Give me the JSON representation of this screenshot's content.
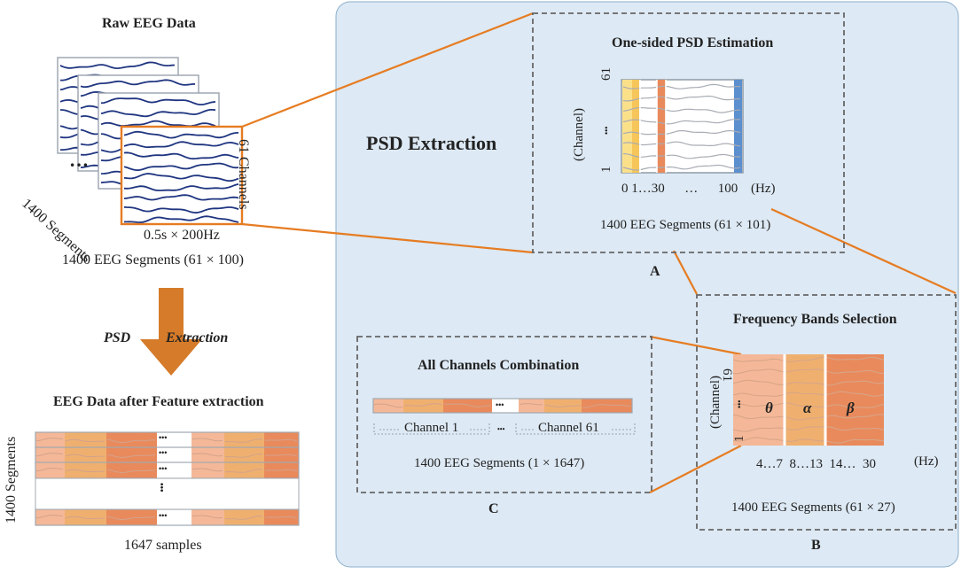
{
  "left": {
    "raw_title": "Raw EEG Data",
    "segments_label": "1400 Segments",
    "channels_label": "61 Channels",
    "duration_label": "0.5s × 200Hz",
    "raw_segments": "1400 EEG Segments (61 × 100)",
    "arrow_left": "PSD",
    "arrow_right": "Extraction",
    "after_title": "EEG Data after Feature extraction",
    "after_side": "1400 Segments",
    "after_bottom": "1647 samples",
    "ellipsis": "…",
    "dots": "•••"
  },
  "panel": {
    "title": "PSD Extraction"
  },
  "psd_box": {
    "title": "One-sided PSD Estimation",
    "axis": "(Channel)",
    "y_top": "61",
    "y_bottom": "1",
    "x_labels": "0 1…30      …      100",
    "hz": "(Hz)",
    "segments": "1400 EEG Segments (61 × 101)",
    "letter": "A"
  },
  "band_box": {
    "title": "Frequency Bands Selection",
    "axis": "(Channel)",
    "y_top": "61",
    "y_bottom": "1",
    "theta": "θ",
    "alpha": "α",
    "beta": "β",
    "x_labels": "4…7  8…13  14…  30",
    "hz": "(Hz)",
    "segments": "1400 EEG Segments (61 × 27)",
    "letter": "B"
  },
  "comb_box": {
    "title": "All Channels Combination",
    "ch1": "Channel 1",
    "ch61": "Channel 61",
    "segments": "1400 EEG Segments (1 × 1647)",
    "letter": "C",
    "dots": "•••"
  },
  "colors": {
    "panel_bg": "#dde9f4",
    "orange": "#e67c22",
    "navy": "#1f3580",
    "light_orange": "#f4b898",
    "mid_orange": "#efb06f",
    "dark_orange": "#e98a5c",
    "yellow": "#f7c65a",
    "blue": "#5b8fce"
  }
}
